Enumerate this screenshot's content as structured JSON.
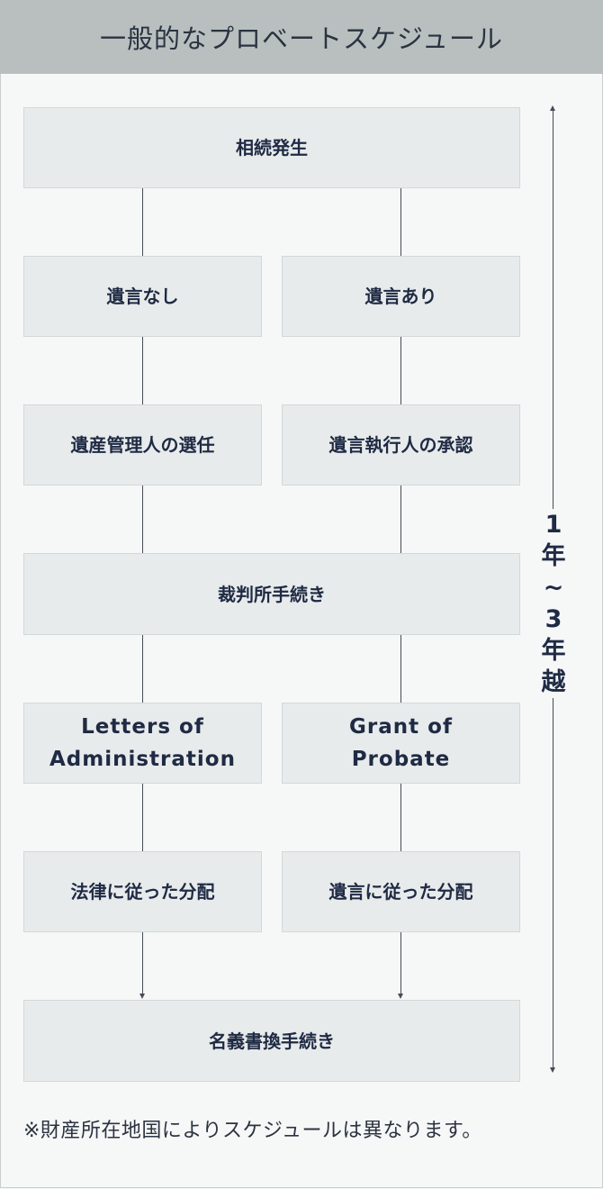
{
  "header": {
    "title": "一般的なプロベートスケジュール"
  },
  "flow": {
    "start": "相続発生",
    "no_will": "遺言なし",
    "with_will": "遺言あり",
    "administrator": "遺産管理人の選任",
    "executor": "遺言執行人の承認",
    "court": "裁判所手続き",
    "letters": "Letters of Administration",
    "grant": "Grant of Probate",
    "distribution_law": "法律に従った分配",
    "distribution_will": "遺言に従った分配",
    "transfer": "名義書換手続き"
  },
  "duration": {
    "chars": [
      "1",
      "年",
      "~",
      "3",
      "年",
      "越"
    ]
  },
  "footnote": "※財産所在地国によりスケジュールは異なります。"
}
